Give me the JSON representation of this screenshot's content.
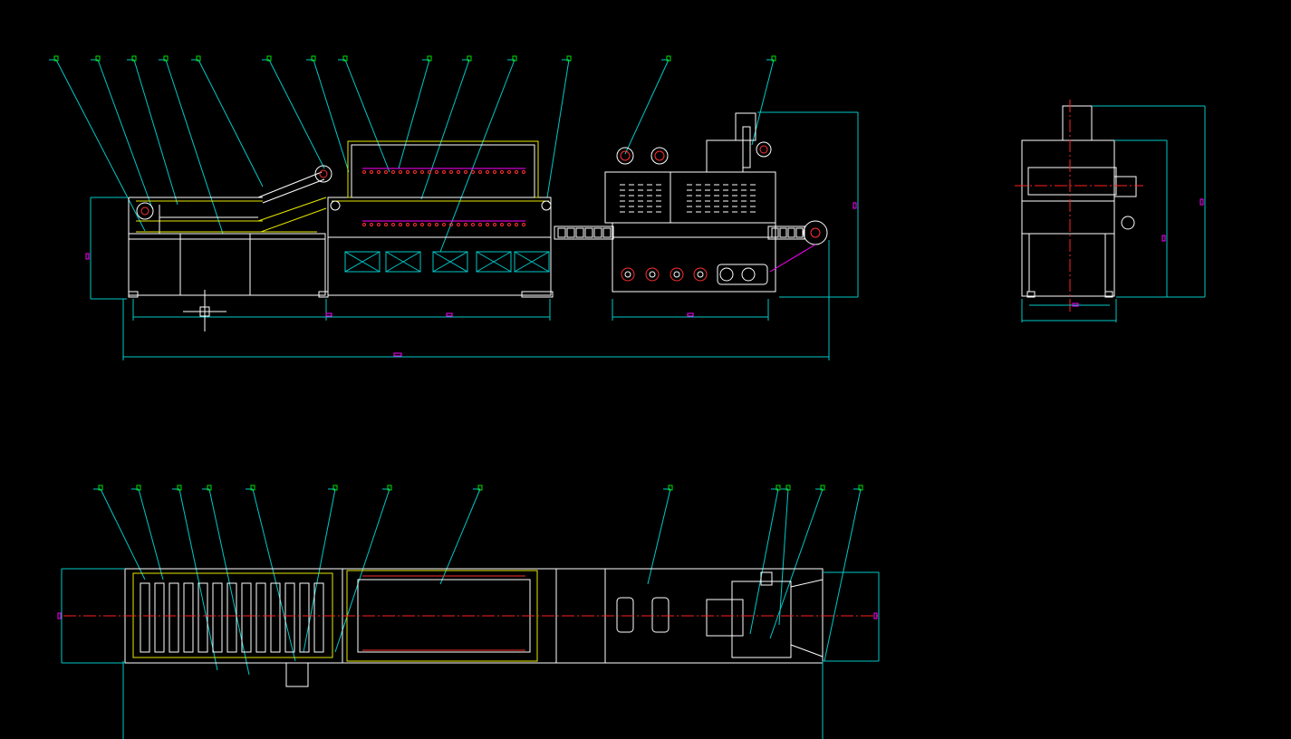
{
  "drawing": {
    "background": "#000000",
    "colors": {
      "leader": "#00c8c8",
      "balloon": "#00e000",
      "outline": "#ffffff",
      "highlight": "#e8e800",
      "centerline": "#ff2020",
      "dimension_text": "#ff00ff"
    },
    "views": [
      {
        "name": "front-elevation"
      },
      {
        "name": "side-elevation"
      },
      {
        "name": "plan-view"
      }
    ]
  }
}
